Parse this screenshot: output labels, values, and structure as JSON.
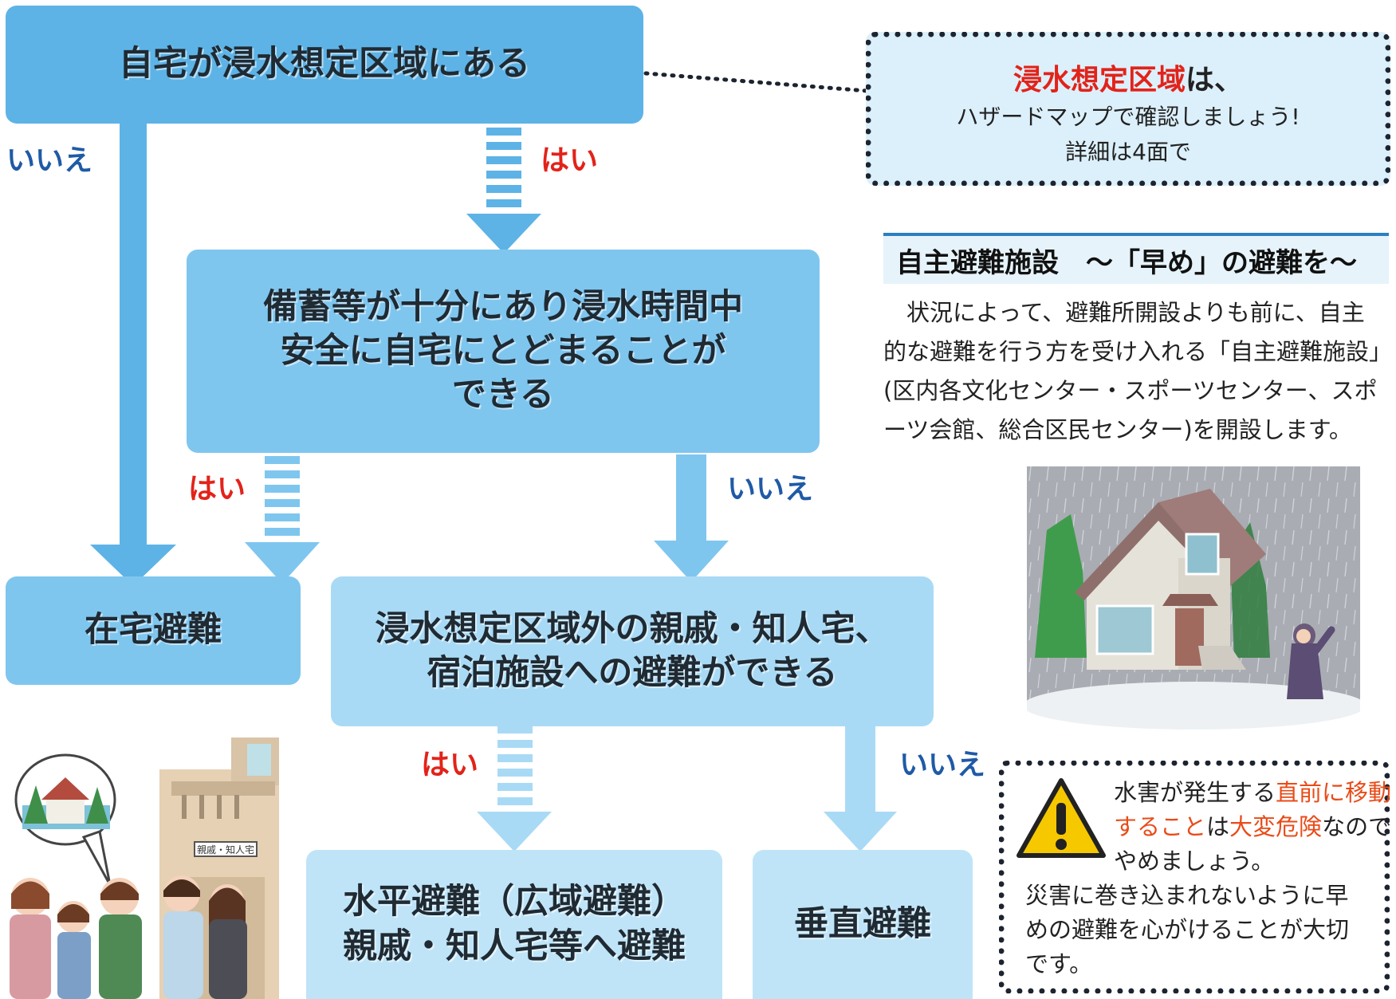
{
  "flow": {
    "q1": "自宅が浸水想定区域にある",
    "q2": [
      "備蓄等が十分にあり浸水時間中",
      "安全に自宅にとどまることが",
      "できる"
    ],
    "q3": [
      "浸水想定区域外の親戚・知人宅、",
      "宿泊施設への避難ができる"
    ],
    "r_home": "在宅避難",
    "r_horizontal": [
      "水平避難（広域避難）",
      "親戚・知人宅等へ避難"
    ],
    "r_vertical": "垂直避難",
    "yes": "はい",
    "no": "いいえ"
  },
  "hazard_note": {
    "highlight": "浸水想定区域",
    "suffix": "は、",
    "line2": "ハザードマップで確認しましょう!",
    "line3": "詳細は4面で"
  },
  "shelter": {
    "title": "自主避難施設　～「早め」の避難を～",
    "body": [
      "　状況によって、避難所開設よりも前に、自主",
      "的な避難を行う方を受け入れる「自主避難施設」",
      "(区内各文化センター・スポーツセンター、スポ",
      "ーツ会館、総合区民センター)を開設します。"
    ]
  },
  "warning": {
    "p1": "水害が発生する",
    "p2": "直前に",
    "p3": "移動すること",
    "p4": "は",
    "p5": "大変危",
    "p6": "険",
    "p7": "なのでやめましょう。",
    "line4": "災害に巻き込まれないように早",
    "line5": "めの避難を心がけることが大切",
    "line6": "です。"
  },
  "illustration": {
    "sign": "親戚・知人宅"
  },
  "colors": {
    "box_dark": "#5db3e6",
    "box_mid": "#7fc6ef",
    "box_light": "#a9daf5",
    "yes": "#e2231a",
    "no": "#1f5aa6",
    "accent_red": "#e94b18"
  }
}
